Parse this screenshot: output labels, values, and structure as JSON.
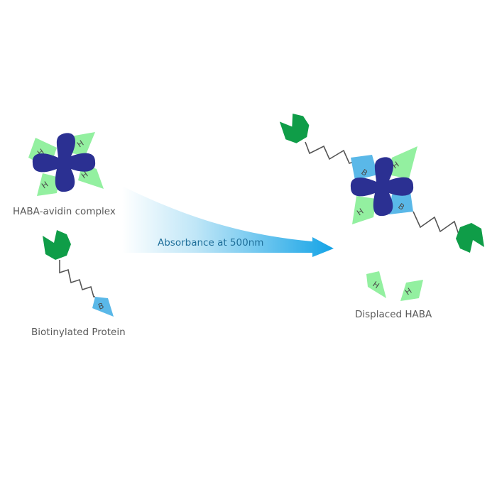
{
  "diagram": {
    "colors": {
      "avidin": "#2b3092",
      "haba": "#93f0a0",
      "biotin": "#5ab8e8",
      "protein": "#0f9d48",
      "linker": "#555555",
      "arrow_start": "#ffffff",
      "arrow_end": "#14a3e6",
      "label_text": "#5a5a5a",
      "arrow_text": "#1f6f9a"
    },
    "labels": {
      "haba_avidin_complex": "HABA-avidin complex",
      "biotinylated_protein": "Biotinylated Protein",
      "displaced_haba": "Displaced HABA",
      "arrow": "Absorbance at 500nm"
    },
    "glyphs": {
      "haba": "H",
      "biotin": "B"
    },
    "nodes": [
      {
        "id": "haba-avidin-complex",
        "label": "HABA-avidin complex",
        "parts": [
          "avidin",
          "haba",
          "haba",
          "haba",
          "haba"
        ]
      },
      {
        "id": "biotinylated-protein",
        "label": "Biotinylated Protein",
        "parts": [
          "protein",
          "linker",
          "biotin"
        ]
      },
      {
        "id": "biotin-avidin-complex",
        "label": "",
        "parts": [
          "avidin",
          "biotin",
          "biotin",
          "haba",
          "haba",
          "protein",
          "protein"
        ]
      },
      {
        "id": "displaced-haba",
        "label": "Displaced HABA",
        "parts": [
          "haba",
          "haba"
        ]
      }
    ],
    "edges": [
      {
        "from": "haba-avidin-complex + biotinylated-protein",
        "to": "biotin-avidin-complex + displaced-haba",
        "label": "Absorbance at 500nm"
      }
    ]
  }
}
